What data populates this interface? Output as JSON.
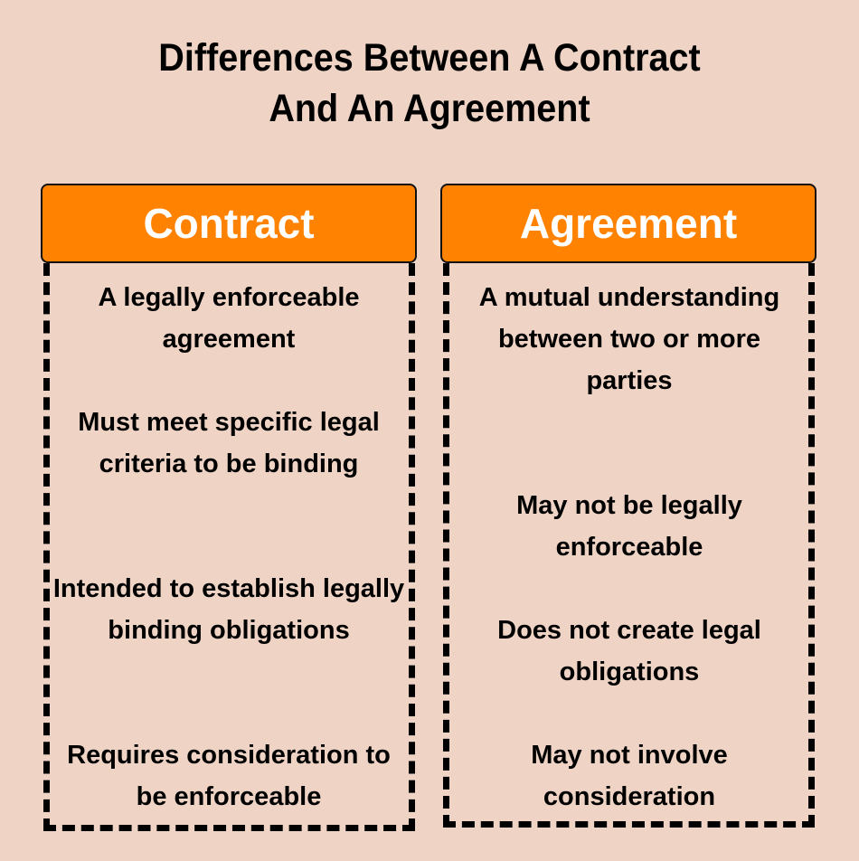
{
  "title": {
    "line1": "Differences Between A Contract",
    "line2": "And An Agreement"
  },
  "columns": [
    {
      "header": "Contract",
      "items": [
        "A legally enforceable agreement",
        "Must meet specific legal criteria to be binding",
        "Intended to establish legally binding obligations",
        "Requires consideration to be enforceable"
      ]
    },
    {
      "header": "Agreement",
      "items": [
        "A mutual understanding between two or more parties",
        "May not be legally enforceable",
        "Does not create legal obligations",
        "May not involve consideration"
      ]
    }
  ],
  "colors": {
    "background": "#efd4c5",
    "header": "#ff8200",
    "header_text": "#ffffff",
    "text": "#000000"
  }
}
